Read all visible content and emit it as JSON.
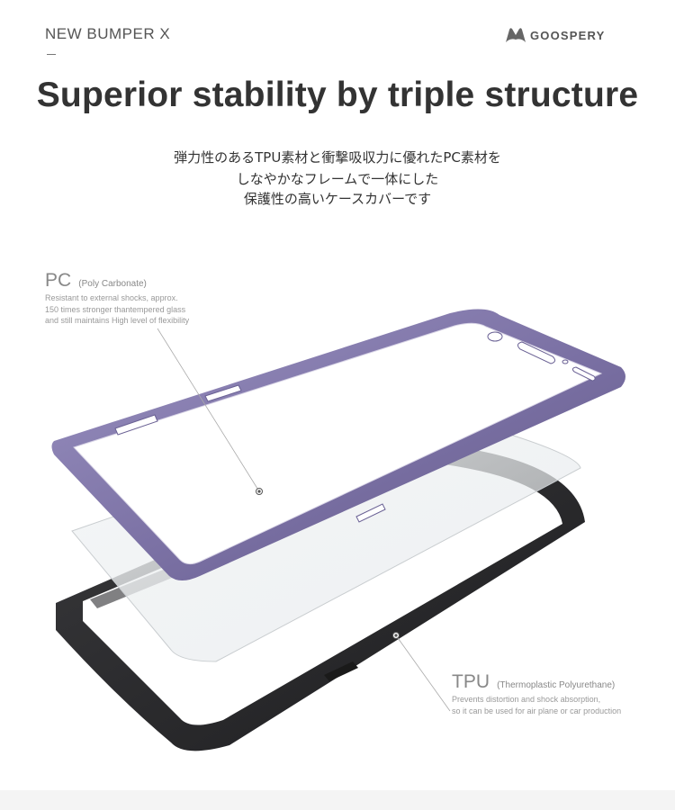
{
  "header": {
    "product_name": "NEW BUMPER X",
    "brand_name": "GOOSPERY",
    "brand_logo_icon": "goospery-m-logo-icon"
  },
  "headline": "Superior stability by triple structure",
  "description_lines": [
    "弾力性のあるTPU素材と衝撃吸収力に優れたPC素材を",
    "しなやかなフレームで一体にした",
    "保護性の高いケースカバーです"
  ],
  "pc_spec": {
    "title": "PC",
    "subtitle": "(Poly Carbonate)",
    "lines": [
      "Resistant to external shocks, approx.",
      "150 times stronger thantempered glass",
      "and still maintains High level of flexibility"
    ]
  },
  "tpu_spec": {
    "title": "TPU",
    "subtitle": "(Thermoplastic Polyurethane)",
    "lines": [
      "Prevents distortion and shock absorption,",
      "so it can be used for air plane or car production"
    ]
  },
  "colors": {
    "bumper_purple": "#7f76a6",
    "tpu_black": "#2c2c2e",
    "text_dark": "#333333",
    "text_gray": "#888888"
  }
}
